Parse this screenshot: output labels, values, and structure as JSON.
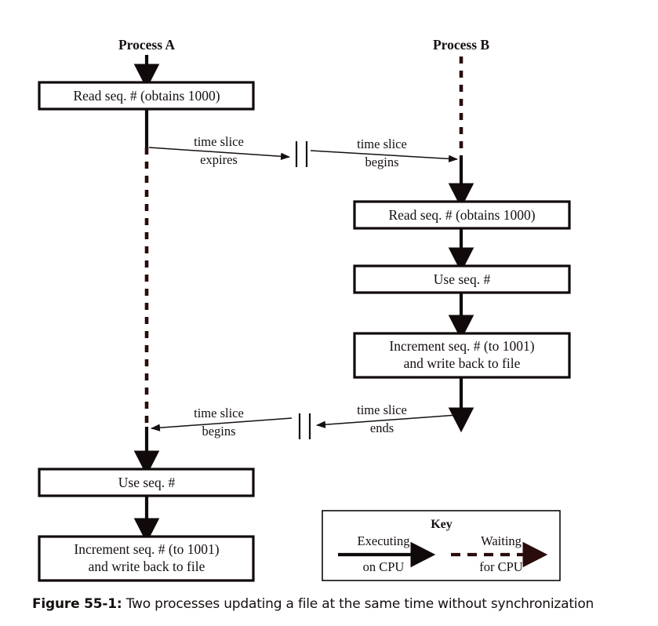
{
  "figure": {
    "caption_label": "Figure 55-1:",
    "caption_text": " Two processes updating a file at the same time without synchronization"
  },
  "colors": {
    "executing": "#100b0a",
    "waiting": "#2a0c0c",
    "box_border": "#100b0a",
    "text": "#16100f",
    "background": "#ffffff"
  },
  "lanes": [
    {
      "id": "A",
      "title": "Process A"
    },
    {
      "id": "B",
      "title": "Process B"
    }
  ],
  "process_a": {
    "title": "Process A",
    "steps": [
      {
        "id": "a1",
        "label": "Read seq. # (obtains 1000)"
      },
      {
        "id": "a2",
        "label": "Use seq. #"
      },
      {
        "id": "a3_line1",
        "label": "Increment seq. # (to 1001)"
      },
      {
        "id": "a3_line2",
        "label": "and write back to file"
      }
    ]
  },
  "process_b": {
    "title": "Process B",
    "steps": [
      {
        "id": "b1",
        "label": "Read seq. # (obtains 1000)"
      },
      {
        "id": "b2",
        "label": "Use seq. #"
      },
      {
        "id": "b3_line1",
        "label": "Increment seq. # (to 1001)"
      },
      {
        "id": "b3_line2",
        "label": "and write back to file"
      }
    ]
  },
  "transitions": [
    {
      "id": "t1",
      "from": "A",
      "to": "B",
      "direction": "right",
      "left_line1": "time slice",
      "left_line2": "expires",
      "right_line1": "time slice",
      "right_line2": "begins"
    },
    {
      "id": "t2",
      "from": "B",
      "to": "A",
      "direction": "left",
      "left_line1": "time slice",
      "left_line2": "begins",
      "right_line1": "time slice",
      "right_line2": "ends"
    }
  ],
  "key": {
    "title": "Key",
    "executing_line1": "Executing",
    "executing_line2": "on CPU",
    "waiting_line1": "Waiting",
    "waiting_line2": "for CPU"
  }
}
